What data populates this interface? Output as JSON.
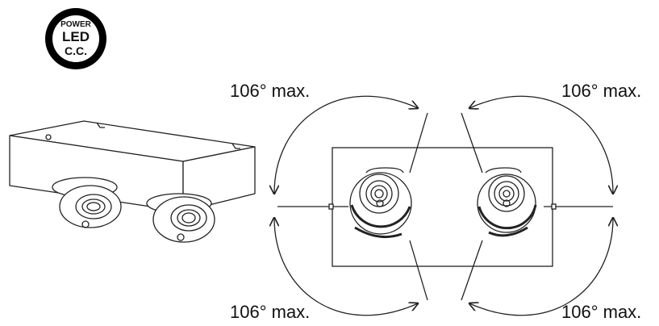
{
  "badge": {
    "line1": "POWER",
    "line2": "LED",
    "line3": "C.C."
  },
  "angles": {
    "top_left": "106° max.",
    "top_right": "106° max.",
    "bottom_left": "106° max.",
    "bottom_right": "106° max."
  },
  "colors": {
    "line": "#222222",
    "badge_ring": "#000000",
    "background": "#ffffff"
  }
}
